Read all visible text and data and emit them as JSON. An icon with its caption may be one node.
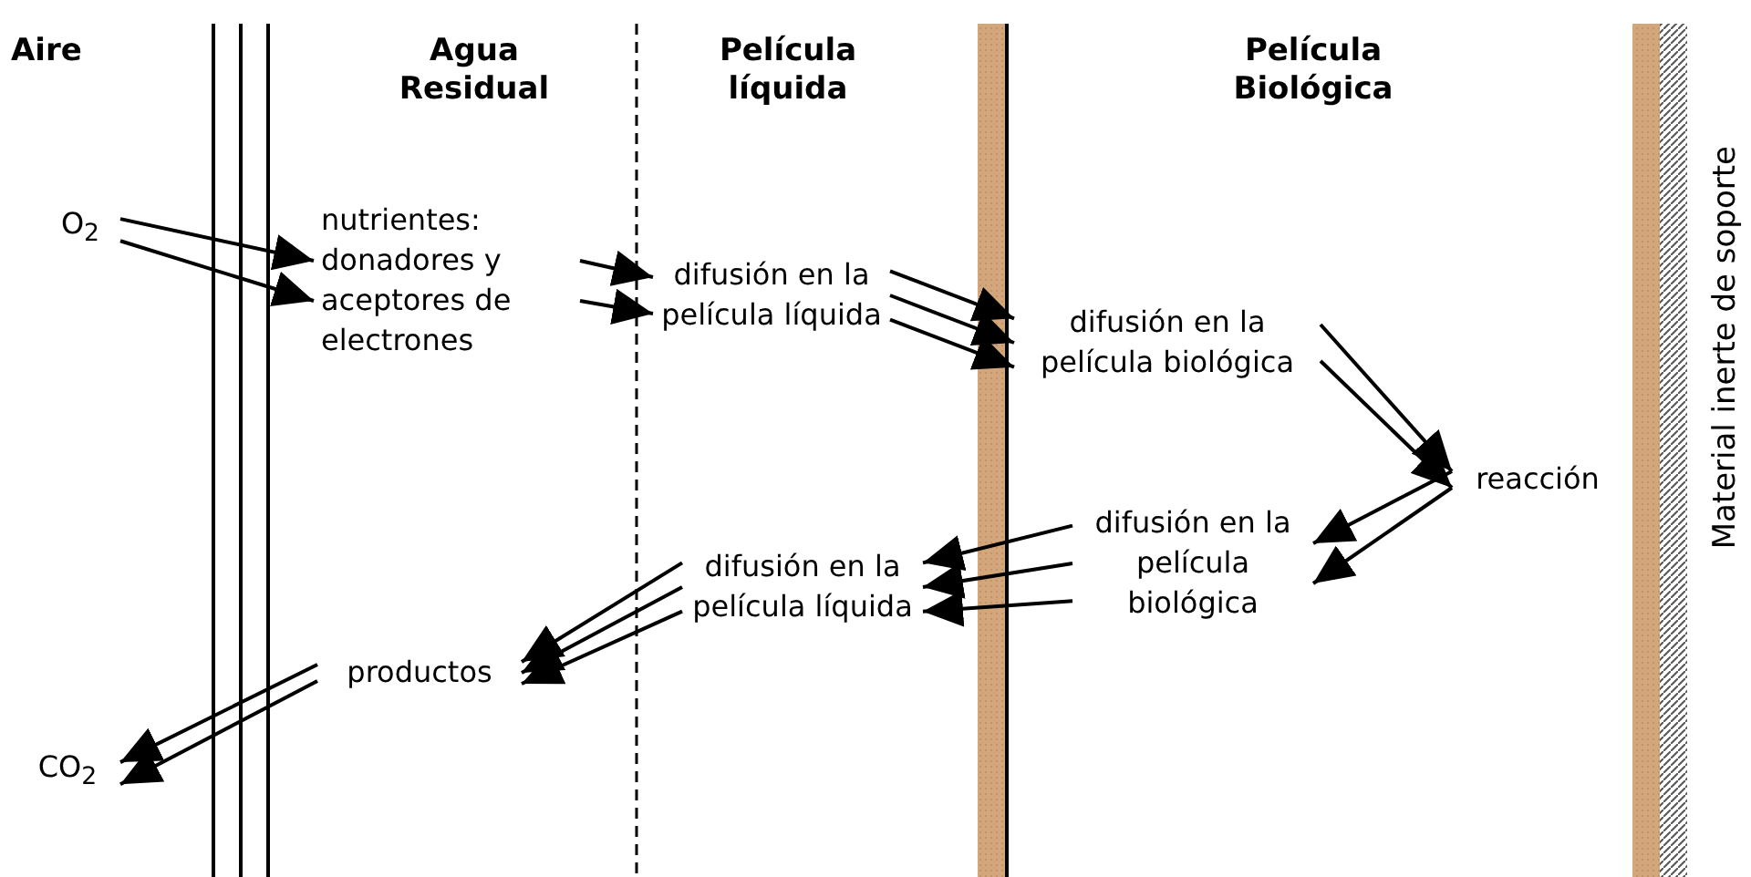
{
  "diagram": {
    "nodes": [
      {
        "text": [
          "O$_{2}$"
        ]
      },
      {
        "text": [
          "nutrientes: donadores y aceptores de electrones"
        ]
      },
      {
        "text": [
          "difusión en la película líquida"
        ]
      },
      {
        "text": [
          "difusión en la película biológica"
        ]
      },
      {
        "text": [
          "reacción"
        ]
      },
      {
        "text": [
          "difusión en la película biológica"
        ]
      },
      {
        "text": [
          "difusión en la película líquida"
        ]
      },
      {
        "text": [
          "productos"
        ]
      },
      {
        "text": [
          "CO$_{2}$"
        ]
      }
    ],
    "edges": [
      {
        "from": 0,
        "to": 1,
        "arrow": "to"
      },
      {
        "from": 0,
        "to": 1,
        "arrow": "to"
      },
      {
        "from": 1,
        "to": 2,
        "arrow": "to"
      },
      {
        "from": 1,
        "to": 2,
        "arrow": "to"
      },
      {
        "from": 2,
        "to": 3,
        "arrow": "to"
      },
      {
        "from": 2,
        "to": 3,
        "arrow": "to"
      },
      {
        "from": 2,
        "to": 3,
        "arrow": "to"
      },
      {
        "from": 3,
        "to": 4,
        "arrow": "to"
      },
      {
        "from": 3,
        "to": 4,
        "arrow": "to"
      },
      {
        "from": 4,
        "to": 5,
        "arrow": "to"
      },
      {
        "from": 4,
        "to": 5,
        "arrow": "to"
      },
      {
        "from": 5,
        "to": 6,
        "arrow": "to"
      },
      {
        "from": 5,
        "to": 6,
        "arrow": "to"
      },
      {
        "from": 5,
        "to": 6,
        "arrow": "to"
      },
      {
        "from": 6,
        "to": 7,
        "arrow": "to"
      },
      {
        "from": 6,
        "to": 7,
        "arrow": "to"
      },
      {
        "from": 6,
        "to": 7,
        "arrow": "to"
      },
      {
        "from": 7,
        "to": 8,
        "arrow": "to"
      },
      {
        "from": 7,
        "to": 8,
        "arrow": "to"
      }
    ],
    "labels": [
      "Aire",
      "Agua Residual",
      "Película líquida",
      "Película Biológica",
      "Material inerte de soporte"
    ]
  }
}
